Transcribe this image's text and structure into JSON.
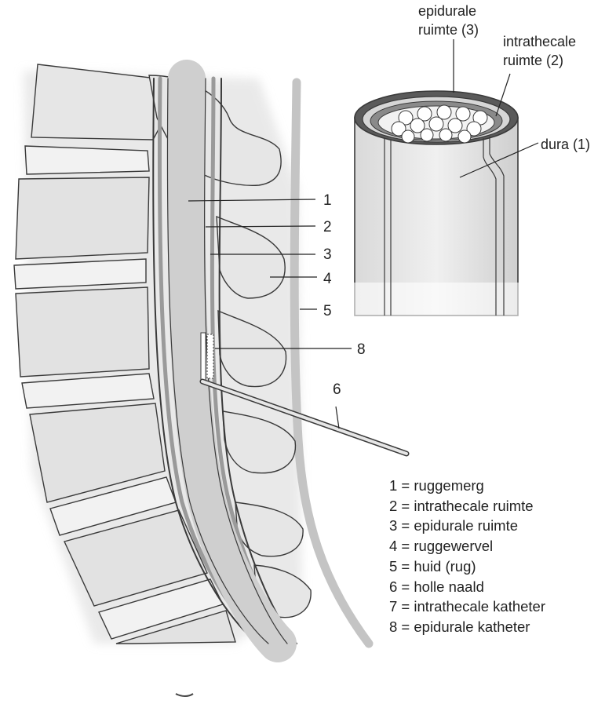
{
  "labels": {
    "n1": "1",
    "n2": "2",
    "n3": "3",
    "n4": "4",
    "n5": "5",
    "n6": "6",
    "n8": "8",
    "epidural_line1": "epidurale",
    "epidural_line2": "ruimte (3)",
    "intrathecal_line1": "intrathecale",
    "intrathecal_line2": "ruimte (2)",
    "dura": "dura (1)"
  },
  "legend": [
    "1 = ruggemerg",
    "2 = intrathecale ruimte",
    "3 = epidurale ruimte",
    "4 = ruggewervel",
    "5 = huid (rug)",
    "6 = holle naald",
    "7 = intrathecale katheter",
    "8 = epidurale katheter"
  ],
  "colors": {
    "bone": "#e6e6e6",
    "bone_shadow": "#bdbdbd",
    "disc": "#f2f2f2",
    "cord": "#cfcfcf",
    "outline": "#3a3a3a",
    "skin": "#c4c4c4"
  }
}
